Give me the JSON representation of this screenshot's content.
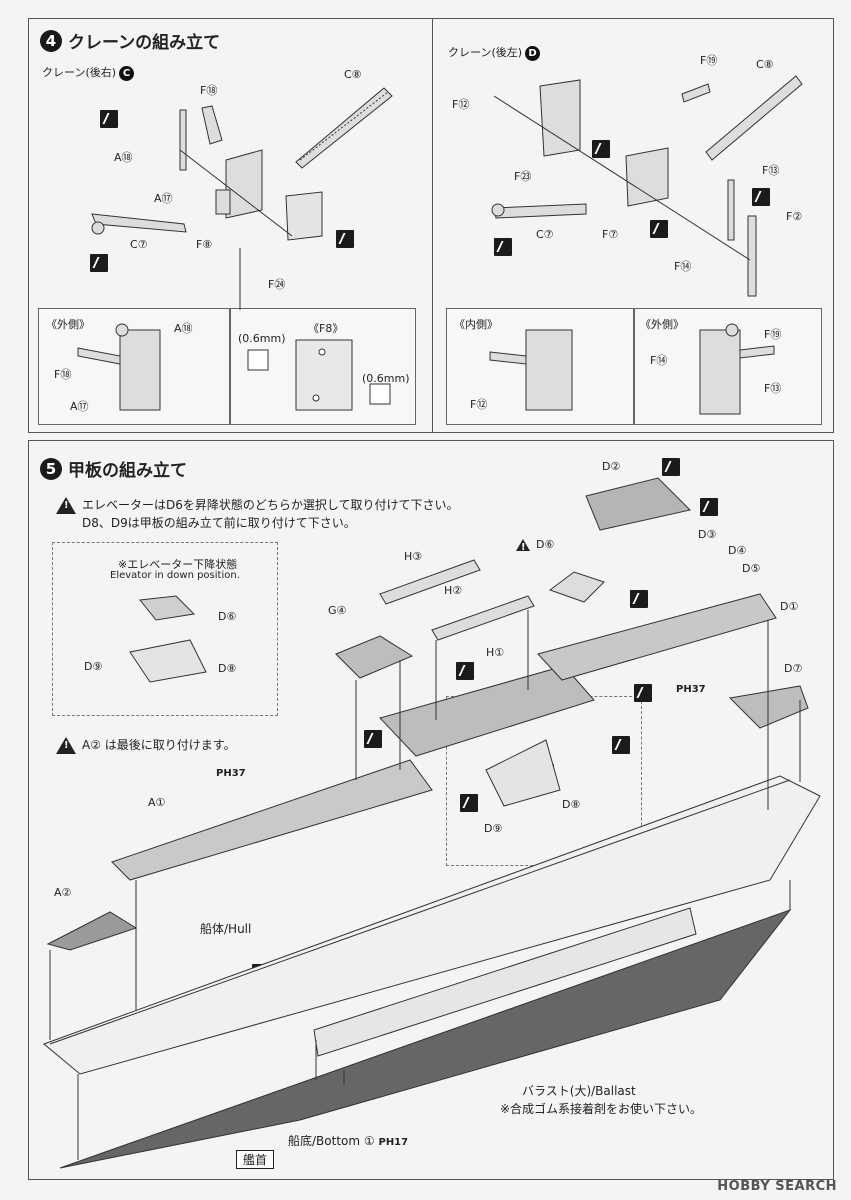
{
  "step4": {
    "number": "4",
    "title": "クレーンの組み立て",
    "left_label": "クレーン(後右)",
    "left_badge": "C",
    "right_label": "クレーン(後左)",
    "right_badge": "D",
    "parts_left": [
      "C⑧",
      "F⑱",
      "A⑱",
      "A⑰",
      "C⑦",
      "F⑧",
      "F㉔"
    ],
    "parts_right": [
      "F⑲",
      "C⑧",
      "F⑫",
      "F㉓",
      "F⑬",
      "C⑦",
      "F⑦",
      "F②",
      "F⑭"
    ],
    "insets": {
      "outer_left_title": "《外側》",
      "outer_left_parts": [
        "A⑱",
        "F⑱",
        "A⑰"
      ],
      "f8_title": "《F8》",
      "f8_dim1": "(0.6mm)",
      "f8_dim2": "(0.6mm)",
      "inner_title": "《内側》",
      "inner_parts": [
        "F⑫"
      ],
      "outer_right_title": "《外側》",
      "outer_right_parts": [
        "F⑲",
        "F⑭",
        "F⑬"
      ]
    }
  },
  "step5": {
    "number": "5",
    "title": "甲板の組み立て",
    "note1": "エレベーターはD6を昇降状態のどちらか選択して取り付けて下さい。",
    "note2": "D8、D9は甲板の組み立て前に取り付けて下さい。",
    "elevator_note_jp": "※エレベーター下降状態",
    "elevator_note_en": "Elevator in down position.",
    "a2_note": "A② は最後に取り付けます。",
    "parts": {
      "d2": "D②",
      "d3": "D③",
      "d4": "D④",
      "d5": "D⑤",
      "d1": "D①",
      "d7": "D⑦",
      "d6": "D⑥",
      "h3": "H③",
      "h2": "H②",
      "h1": "H①",
      "g4": "G④",
      "a1": "A①",
      "a2": "A②",
      "d8": "D⑧",
      "d9": "D⑨",
      "inset_d6": "D⑥",
      "inset_d9": "D⑨",
      "inset_d8": "D⑧"
    },
    "ph_ref1": "PH37",
    "ph_ref2": "PH37",
    "hull_label": "船体/Hull",
    "ballast_label": "バラスト(大)/Ballast",
    "ballast_note": "※合成ゴム系接着剤をお使い下さい。",
    "bottom_label": "船底/Bottom",
    "bottom_num": "①",
    "bottom_ref": "PH17",
    "bow_label": "艦首"
  },
  "watermark": "HOBBY SEARCH"
}
